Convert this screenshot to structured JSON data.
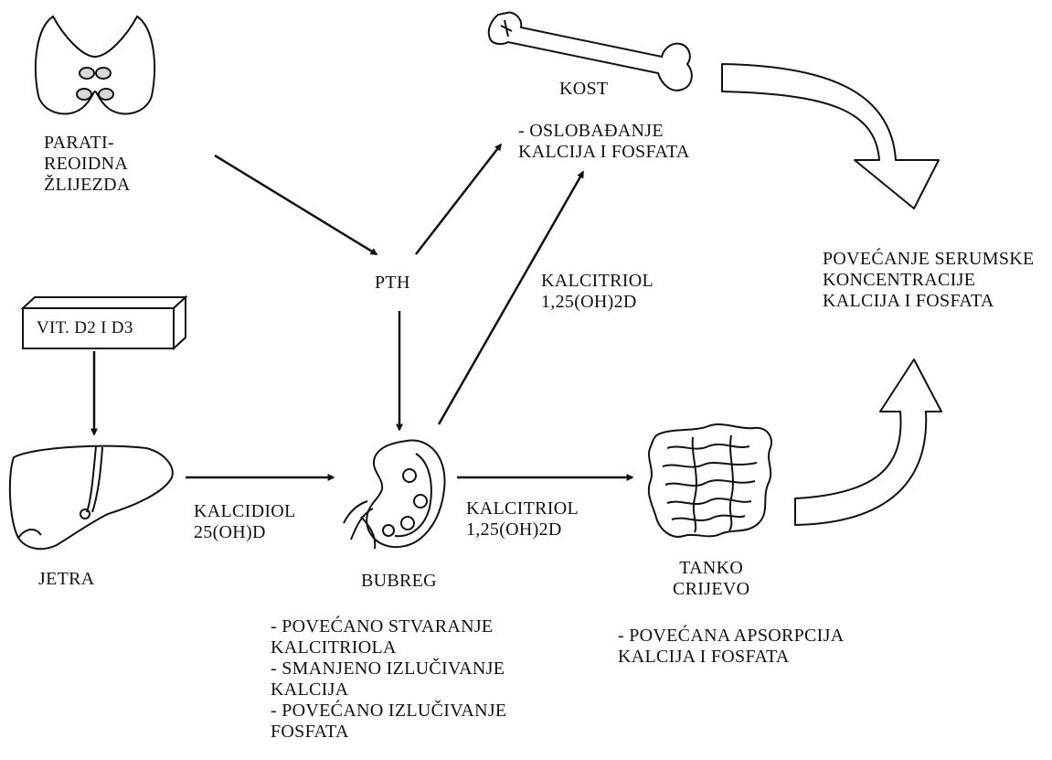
{
  "parathyroid": {
    "lines": [
      "PARATI-",
      "REOIDNA",
      "ŽLIJEZDA"
    ]
  },
  "vitamin_box": {
    "label": "VIT. D2 I D3"
  },
  "liver": {
    "label": "JETRA"
  },
  "kalcidiol": {
    "lines": [
      "KALCIDIOL",
      "25(OH)D"
    ]
  },
  "pth": {
    "label": "PTH"
  },
  "bone": {
    "label": "KOST",
    "effect": [
      "- OSLOBAĐANJE",
      "KALCIJA I FOSFATA"
    ]
  },
  "kalcitriol_to_bone": {
    "lines": [
      "KALCITRIOL",
      "1,25(OH)2D"
    ]
  },
  "kidney": {
    "label": "BUBREG",
    "effects": [
      "- POVEĆANO STVARANJE",
      "KALCITRIOLA",
      "- SMANJENO IZLUČIVANJE",
      "KALCIJA",
      "- POVEĆANO IZLUČIVANJE",
      "FOSFATA"
    ]
  },
  "kalcitriol_to_intestine": {
    "lines": [
      "KALCITRIOL",
      "1,25(OH)2D"
    ]
  },
  "intestine": {
    "lines": [
      "TANKO",
      "CRIJEVO"
    ],
    "effect": [
      "- POVEĆANA APSORPCIJA",
      "KALCIJA I FOSFATA"
    ]
  },
  "result": {
    "lines": [
      "POVEĆANJE SERUMSKE",
      "KONCENTRACIJE",
      "KALCIJA I FOSFATA"
    ]
  },
  "colors": {
    "ink": "#111111",
    "background": "#ffffff"
  }
}
